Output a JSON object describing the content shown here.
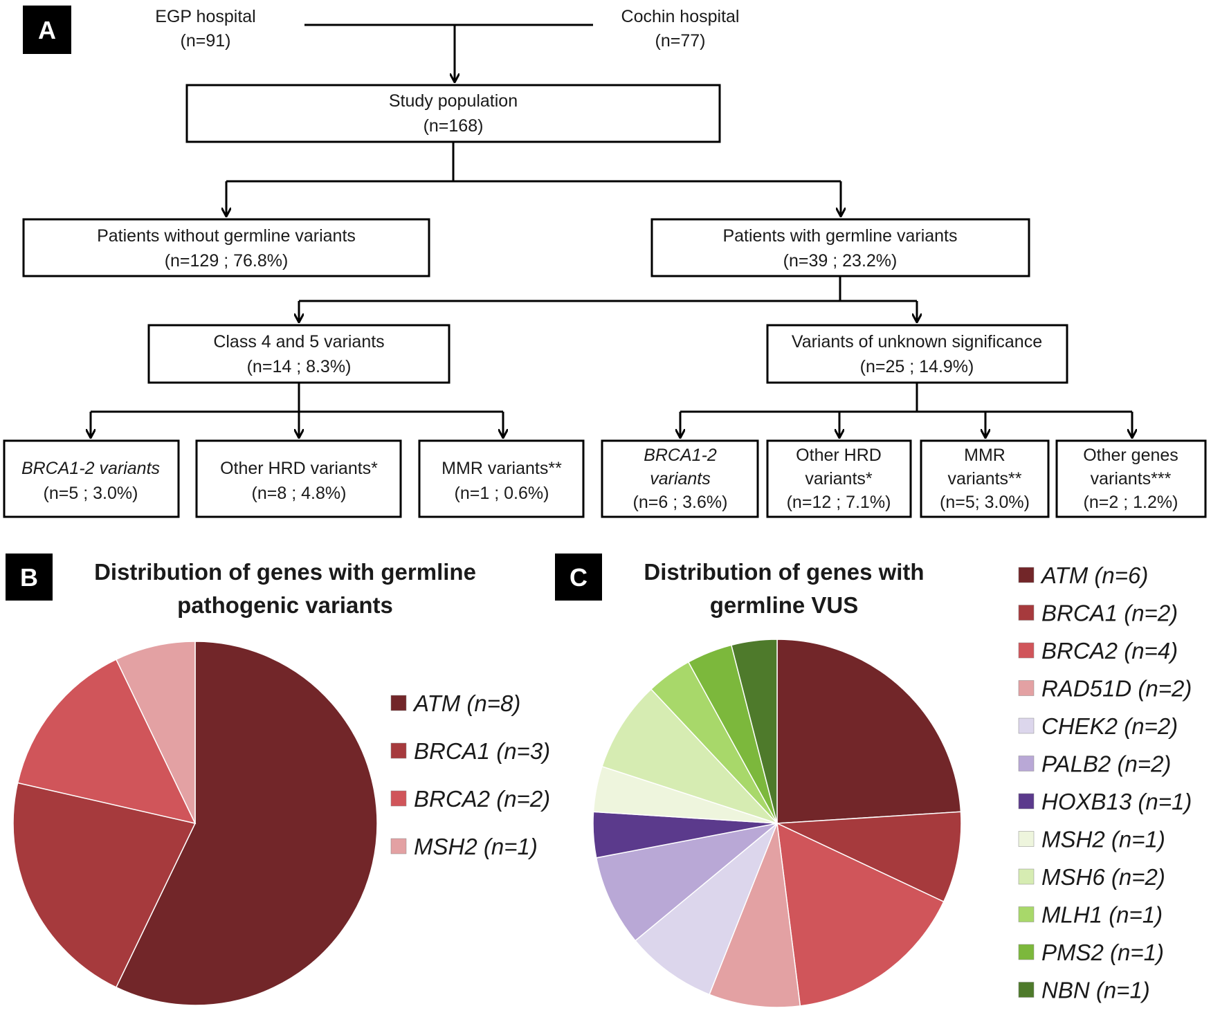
{
  "panels": {
    "a": "A",
    "b": "B",
    "c": "C"
  },
  "flow": {
    "source_left": {
      "name": "EGP hospital",
      "n": "(n=91)"
    },
    "source_right": {
      "name": "Cochin hospital",
      "n": "(n=77)"
    },
    "study": {
      "line1": "Study population",
      "line2": "(n=168)"
    },
    "without": {
      "line1": "Patients without germline variants",
      "line2": "(n=129 ; 76.8%)"
    },
    "with": {
      "line1": "Patients with germline variants",
      "line2": "(n=39 ; 23.2%)"
    },
    "class45": {
      "line1": "Class 4 and 5 variants",
      "line2": "(n=14 ; 8.3%)"
    },
    "vus": {
      "line1": "Variants of unknown significance",
      "line2": "(n=25 ; 14.9%)"
    },
    "leaves_pathogenic": [
      {
        "line1": "BRCA1-2 variants",
        "line2": "(n=5 ; 3.0%)"
      },
      {
        "line1": "Other HRD variants*",
        "line2": "(n=8 ; 4.8%)"
      },
      {
        "line1": "MMR variants**",
        "line2": "(n=1 ; 0.6%)"
      }
    ],
    "leaves_vus": [
      {
        "line1": "BRCA1-2",
        "line2": "variants",
        "line3": "(n=6 ; 3.6%)"
      },
      {
        "line1": "Other HRD",
        "line2": "variants*",
        "line3": "(n=12 ; 7.1%)"
      },
      {
        "line1": "MMR",
        "line2": "variants**",
        "line3": "(n=5; 3.0%)"
      },
      {
        "line1": "Other genes",
        "line2": "variants***",
        "line3": "(n=2 ; 1.2%)"
      }
    ]
  },
  "chart_data": [
    {
      "type": "pie",
      "title": "Distribution of genes with germline pathogenic variants",
      "title_lines": [
        "Distribution of genes with germline",
        "pathogenic variants"
      ],
      "legend_position": "right",
      "slices": [
        {
          "label": "ATM (n=8)",
          "value": 8,
          "color": "#722629"
        },
        {
          "label": "BRCA1 (n=3)",
          "value": 3,
          "color": "#a63a3d"
        },
        {
          "label": "BRCA2 (n=2)",
          "value": 2,
          "color": "#d0555a"
        },
        {
          "label": "MSH2 (n=1)",
          "value": 1,
          "color": "#e3a1a3"
        }
      ]
    },
    {
      "type": "pie",
      "title": "Distribution of genes with germline VUS",
      "title_lines": [
        "Distribution of genes with",
        "germline VUS"
      ],
      "legend_position": "right",
      "slices": [
        {
          "label": "ATM (n=6)",
          "value": 6,
          "color": "#722629"
        },
        {
          "label": "BRCA1 (n=2)",
          "value": 2,
          "color": "#a63a3d"
        },
        {
          "label": "BRCA2 (n=4)",
          "value": 4,
          "color": "#d0555a"
        },
        {
          "label": "RAD51D (n=2)",
          "value": 2,
          "color": "#e3a1a3"
        },
        {
          "label": "CHEK2 (n=2)",
          "value": 2,
          "color": "#dcd6ec"
        },
        {
          "label": "PALB2 (n=2)",
          "value": 2,
          "color": "#b9a8d6"
        },
        {
          "label": "HOXB13 (n=1)",
          "value": 1,
          "color": "#5b3a8c"
        },
        {
          "label": "MSH2 (n=1)",
          "value": 1,
          "color": "#eef5dd"
        },
        {
          "label": "MSH6 (n=2)",
          "value": 2,
          "color": "#d6ecb2"
        },
        {
          "label": "MLH1 (n=1)",
          "value": 1,
          "color": "#a8d86a"
        },
        {
          "label": "PMS2 (n=1)",
          "value": 1,
          "color": "#7cb83c"
        },
        {
          "label": "NBN (n=1)",
          "value": 1,
          "color": "#4e7a2b"
        }
      ]
    }
  ]
}
